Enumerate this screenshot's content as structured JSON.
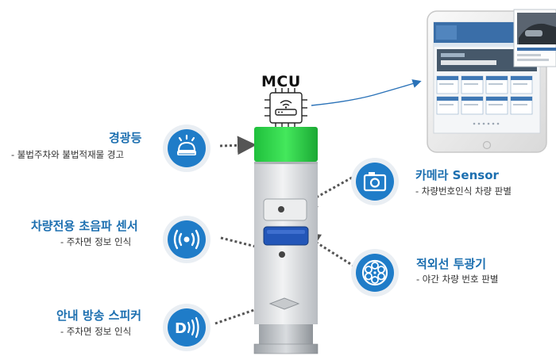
{
  "mcu": {
    "label": "MCU"
  },
  "features": [
    {
      "id": "warning-light",
      "title": "경광등",
      "desc": "- 불법주차와 불법적재물 경고"
    },
    {
      "id": "ultrasonic",
      "title": "차량전용 초음파 센서",
      "desc": "- 주차면 정보 인식"
    },
    {
      "id": "speaker",
      "title": "안내 방송 스피커",
      "desc": "- 주차면 정보 인식"
    },
    {
      "id": "camera",
      "title": "카메라 Sensor",
      "desc": "- 차량번호인식 차량 판별"
    },
    {
      "id": "ir-projector",
      "title": "적외선 투광기",
      "desc": "- 야간 차량 번호 판별"
    }
  ],
  "colors": {
    "accent_blue": "#1c6fb0",
    "pole_green": "#33d14a",
    "pole_body": "#dde0e3",
    "button_blue": "#2356b8",
    "icon_circle": "#1f7cc8",
    "arrow_dots": "#555555",
    "connector_line": "#2a72b8"
  },
  "icons": {
    "warning-light": "beacon-icon",
    "ultrasonic": "ultrasonic-wave-icon",
    "speaker": "speaker-icon",
    "camera": "camera-icon",
    "ir-projector": "infrared-reel-icon",
    "mcu": "chip-icon"
  }
}
